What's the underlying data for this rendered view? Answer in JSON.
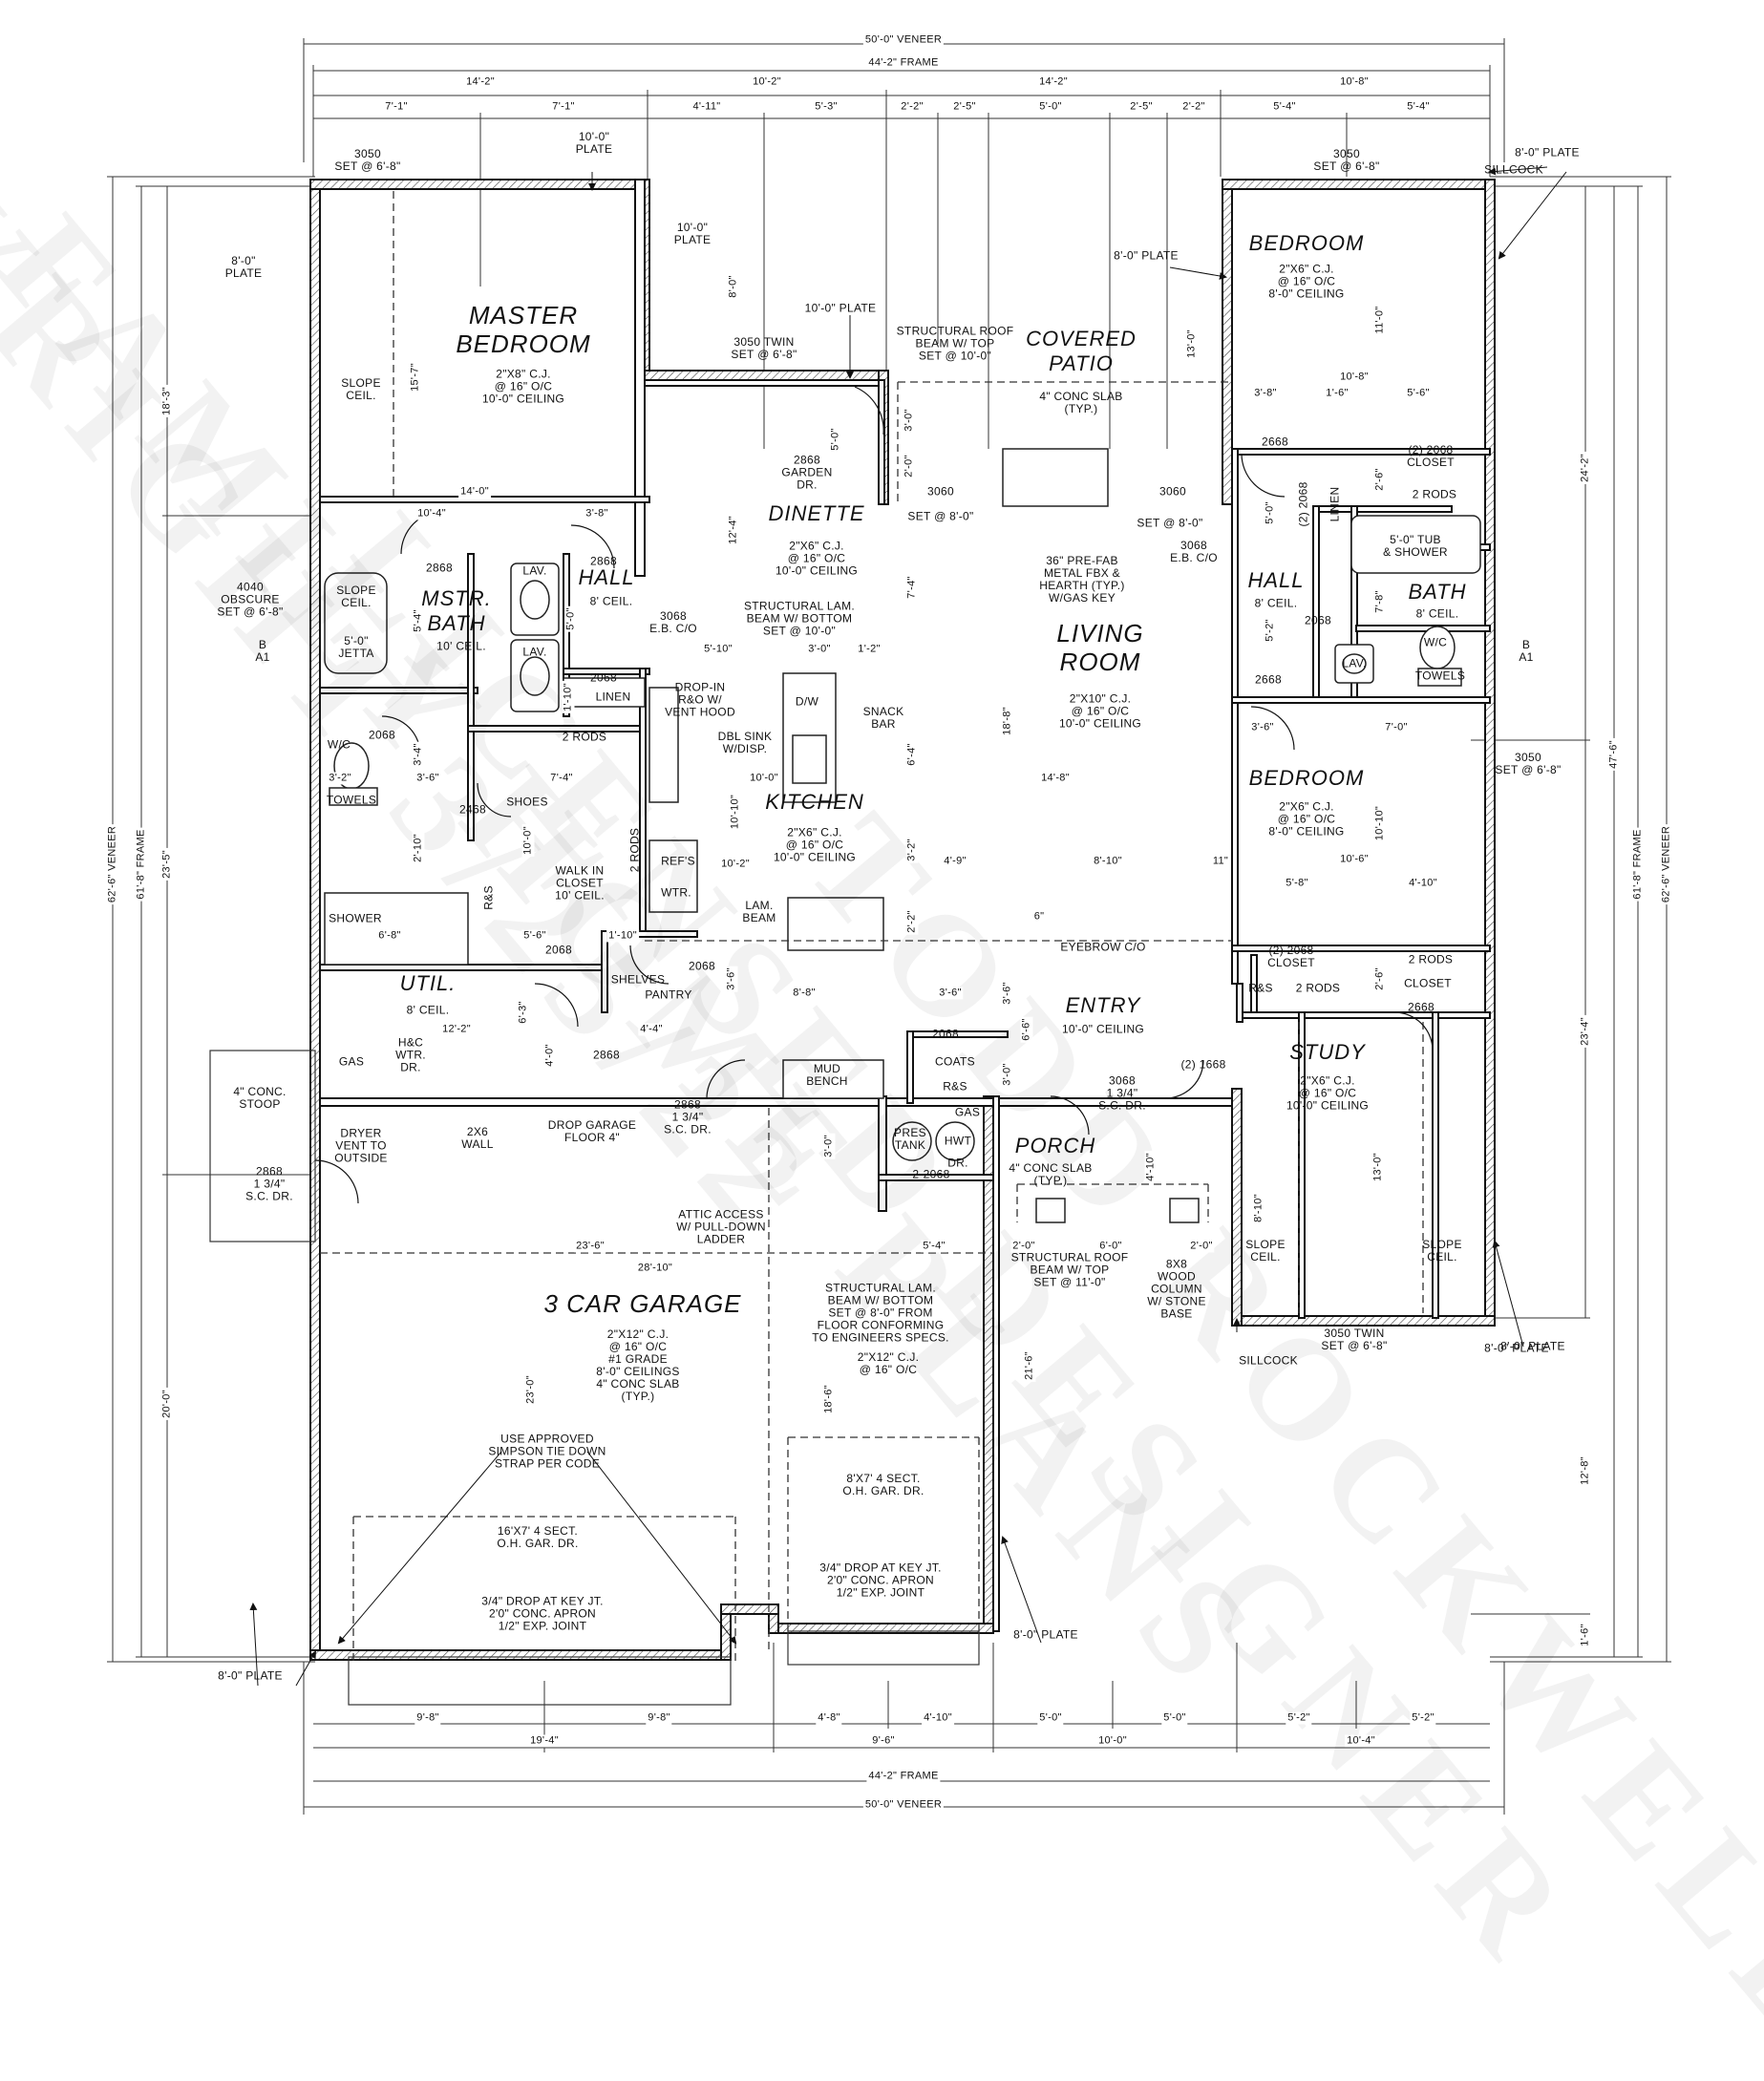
{
  "watermark": [
    "COPYRIGHT 3/25/22",
    "FAMILY HOME PLANS",
    "LICENSED DESIGNER",
    "TODD ROCKWELL"
  ],
  "rooms": {
    "master_bedroom": "MASTER\nBEDROOM",
    "master_bedroom_notes": "2\"X8\" C.J.\n@ 16\" O/C\n10'-0\" CEILING",
    "slope_ceil": "SLOPE\nCEIL.",
    "mstr_bath": "MSTR.\nBATH",
    "mstr_bath_ceil": "10' CEIL.",
    "slope_ceil_jetta": "SLOPE\nCEIL.",
    "jetta": "5'-0\"\nJETTA",
    "hall1": "HALL",
    "hall1_ceil": "8' CEIL.",
    "dinette": "DINETTE",
    "dinette_notes": "2\"X6\" C.J.\n@ 16\" O/C\n10'-0\" CEILING",
    "kitchen": "KITCHEN",
    "kitchen_notes": "2\"X6\" C.J.\n@ 16\" O/C\n10'-0\" CEILING",
    "covered_patio": "COVERED\nPATIO",
    "covered_patio_note": "4\" CONC SLAB\n(TYP.)",
    "living_room": "LIVING\nROOM",
    "living_notes": "2\"X10\" C.J.\n@ 16\" O/C\n10'-0\" CEILING",
    "bedroom1": "BEDROOM",
    "bedroom1_notes": "2\"X6\" C.J.\n@ 16\" O/C\n8'-0\" CEILING",
    "bedroom2": "BEDROOM",
    "bedroom2_notes": "2\"X6\" C.J.\n@ 16\" O/C\n8'-0\" CEILING",
    "hall2": "HALL",
    "hall2_ceil": "8' CEIL.",
    "bath": "BATH",
    "bath_ceil": "8' CEIL.",
    "util": "UTIL.",
    "util_ceil": "8' CEIL.",
    "walkin": "WALK IN\nCLOSET\n10' CEIL.",
    "entry": "ENTRY",
    "entry_ceil": "10'-0\" CEILING",
    "study": "STUDY",
    "study_notes": "2\"X6\" C.J.\n@ 16\" O/C\n10'-0\" CEILING",
    "porch": "PORCH",
    "porch_note": "4\" CONC SLAB\n(TYP.)",
    "garage": "3 CAR GARAGE",
    "garage_notes": "2\"X12\" C.J.\n@ 16\" O/C\n#1 GRADE\n8'-0\" CEILINGS\n4\" CONC SLAB\n(TYP.)",
    "garage_notes2": "2\"X12\" C.J.\n@ 16\" O/C"
  },
  "notes": {
    "w3050_top_left": "3050\nSET @ 6'-8\"",
    "plate10_top": "10'-0\"\nPLATE",
    "plate10_right": "10'-0\"\nPLATE",
    "plate8_left": "8'-0\"\nPLATE",
    "w3050_top_right": "3050\nSET @ 6'-8\"",
    "plate8_tr": "8'-0\" PLATE",
    "sillcock_tr": "SILLCOCK",
    "plate8_br_inner": "8'-0\" PLATE",
    "plate10_mid": "10'-0\" PLATE",
    "w3050_twin": "3050 TWIN\nSET @ 6'-8\"",
    "struct_roof_beam": "STRUCTURAL ROOF\nBEAM W/ TOP\nSET @ 10'-0\"",
    "garden_dr": "2868\nGARDEN\nDR.",
    "w3060_l": "3060",
    "w3060_l_set": "SET @ 8'-0\"",
    "w3060_r": "3060",
    "w3060_r_set": "SET @ 8'-0\"",
    "fireplace": "36\" PRE-FAB\nMETAL FBX &\nHEARTH (TYP.)\nW/GAS KEY",
    "dr3068_eb": "3068\nE.B. C/O",
    "dr3068_eb2": "3068\nE.B. C/O",
    "struct_lam_beam": "STRUCTURAL LAM.\nBEAM W/ BOTTOM\nSET @ 10'-0\"",
    "dropin": "DROP-IN\nR&O W/\nVENT HOOD",
    "dw": "D/W",
    "snack_bar": "SNACK\nBAR",
    "dbl_sink": "DBL SINK\nW/DISP.",
    "refs": "REF'S",
    "wtr": "WTR.",
    "lam_beam": "LAM.\nBEAM",
    "eyebrow": "EYEBROW C/O",
    "shelves": "SHELVES",
    "pantry": "PANTRY",
    "linen1": "LINEN",
    "linen2": "LINEN",
    "lav1": "LAV.",
    "lav2": "LAV.",
    "wc1": "W/C",
    "towels1": "TOWELS",
    "shower": "SHOWER",
    "two_rods1": "2 RODS",
    "two_rods_v": "2 RODS",
    "shoes": "SHOES",
    "rs1": "R&S",
    "w4040": "4040\nOBSCURE\nSET @ 6'-8\"",
    "sec_a1": "B\nA1",
    "sec_a1_r": "B\nA1",
    "d2868_a": "2868",
    "d2868_b": "2868",
    "d2068_a": "2068",
    "d2068_b": "2068",
    "d2068_c": "2068",
    "d2468": "2468",
    "d2068_util": "2068",
    "d2068_pantry": "2068",
    "d2868_util": "2868",
    "d2868_garage": "2868\n1 3/4\"\nS.C. DR.",
    "gas": "GAS",
    "hwtr": "H&C\nWTR.\nDR.",
    "stoop": "4\" CONC.\nSTOOP",
    "d2868_stoop": "2868\n1 3/4\"\nS.C. DR.",
    "dryer_vent": "DRYER\nVENT TO\nOUTSIDE",
    "wall2x6": "2X6\nWALL",
    "drop_garage": "DROP GARAGE\nFLOOR 4\"",
    "mud_bench": "MUD\nBENCH",
    "coats": "COATS",
    "rs2": "R&S",
    "pres_tank": "PRES\nTANK",
    "gas2": "GAS",
    "hwt": "HWT",
    "dr2": "DR.",
    "d2_2068": "2-2068",
    "attic": "ATTIC ACCESS\nW/ PULL-DOWN\nLADDER",
    "struct_lam_beam_g": "STRUCTURAL LAM.\nBEAM W/ BOTTOM\nSET @ 8'-0\" FROM\nFLOOR CONFORMING\nTO ENGINEERS SPECS.",
    "simpson": "USE APPROVED\nSIMPSON TIE DOWN\nSTRAP PER CODE",
    "gar_dr16": "16'X7' 4 SECT.\nO.H. GAR. DR.",
    "gar_dr8": "8'X7' 4 SECT.\nO.H. GAR. DR.",
    "drop_key1": "3/4\" DROP AT KEY JT.\n2'0\" CONC. APRON\n1/2\" EXP. JOINT",
    "drop_key2": "3/4\" DROP AT KEY JT.\n2'0\" CONC. APRON\n1/2\" EXP. JOINT",
    "plate8_bl": "8'-0\" PLATE",
    "plate8_bm": "8'-0\" PLATE",
    "plate8_br": "8'-0\" PLATE",
    "sillcock_br": "SILLCOCK",
    "w3050_twin_br": "3050 TWIN\nSET @ 6'-8\"",
    "struct_roof_beam2": "STRUCTURAL ROOF\nBEAM W/ TOP\nSET @ 11'-0\"",
    "column": "8X8\nWOOD\nCOLUMN\nW/ STONE\nBASE",
    "d3068_sc": "3068\n1 3/4\"\nS.C. DR.",
    "d1668": "(2) 1668",
    "closet1": "(2) 2068\nCLOSET",
    "two_rods_r1": "2 RODS",
    "closet2": "(2) 2068\nCLOSET",
    "two_rods_r2": "2 RODS",
    "two_rods_r3": "2 RODS",
    "closet3": "CLOSET",
    "rs3": "R&S",
    "d2668_a": "2668",
    "d2668_b": "2668",
    "d2068_r": "2068",
    "d2068_linen": "(2) 2068",
    "tub": "5'-0\" TUB\n& SHOWER",
    "lav3": "LAV.",
    "wc2": "W/C",
    "towels2": "TOWELS",
    "w3050_r": "3050\nSET @ 6'-8\"",
    "slope_ceil_study1": "SLOPE\nCEIL.",
    "slope_ceil_study2": "SLOPE\nCEIL.",
    "d2668_study": "2668",
    "plate8_r": "8'-0\" PLATE"
  },
  "dims": {
    "overall_veneer_top": "50'-0\" VENEER",
    "overall_frame_top": "44'-2\" FRAME",
    "top_row2": [
      "14'-2\"",
      "10'-2\"",
      "14'-2\"",
      "10'-8\""
    ],
    "top_row3": [
      "7'-1\"",
      "7'-1\"",
      "4'-11\"",
      "5'-3\"",
      "2'-2\"",
      "2'-5\"",
      "5'-0\"",
      "2'-5\"",
      "2'-2\"",
      "5'-4\"",
      "5'-4\""
    ],
    "overall_veneer_bot": "50'-0\" VENEER",
    "overall_frame_bot": "44'-2\" FRAME",
    "bot_row2": [
      "19'-4\"",
      "9'-6\"",
      "10'-0\"",
      "10'-4\""
    ],
    "bot_row3": [
      "9'-8\"",
      "9'-8\"",
      "4'-8\"",
      "4'-10\"",
      "5'-0\"",
      "5'-0\"",
      "5'-2\"",
      "5'-2\""
    ],
    "left_veneer": "62'-6\" VENEER",
    "left_frame": "61'-8\" FRAME",
    "left_segments": [
      "18'-3\"",
      "23'-5\"",
      "20'-0\""
    ],
    "right_veneer": "62'-6\" VENEER",
    "right_frame": "61'-8\" FRAME",
    "right_segments1": [
      "24'-2\"",
      "23'-4\"",
      "12'-8\"",
      "1'-6\""
    ],
    "right_segments2": "47'-6\"",
    "interior": {
      "mb_w": "14'-0\"",
      "mb_h": "15'-7\"",
      "mb_w2": "10'-4\"",
      "hall_w": "3'-8\"",
      "bath_h": "5'-4\"",
      "hall_h": "5'-0\"",
      "s8_0": "8'-0\"",
      "din_h": "12'-4\"",
      "din_w1": "5'-10\"",
      "din_w2": "3'-0\"",
      "din_w3": "1'-2\"",
      "k_w": "10'-0\"",
      "k_h": "10'-10\"",
      "k_w2": "10'-2\"",
      "k_v": "6'-4\"",
      "k_v2": "3'-2\"",
      "k_v3": "2'-2\"",
      "lr_w": "14'-8\"",
      "lr_h": "18'-8\"",
      "lr_v": "7'-4\"",
      "lr_w2": "4'-9\"",
      "lr_w3": "8'-10\"",
      "lr_11": "11\"",
      "patio_h": "13'-0\"",
      "patio_v1": "5'-0\"",
      "patio_v2": "3'-0\"",
      "patio_v3": "2'-0\"",
      "eyebrow_6": "6\"",
      "br1_w": "10'-8\"",
      "br1_h": "11'-0\"",
      "br1_s1": "3'-8\"",
      "br1_s2": "1'-6\"",
      "br1_s3": "5'-6\"",
      "hall2_h": "5'-2\"",
      "hall2_h2": "5'-0\"",
      "bath_v": "7'-8\"",
      "clo_v": "2'-6\"",
      "br2_w": "10'-6\"",
      "br2_h": "10'-10\"",
      "br2_s1": "3'-6\"",
      "br2_s2": "7'-0\"",
      "br2_s3": "5'-8\"",
      "br2_s4": "4'-10\"",
      "clo2_v": "2'-6\"",
      "wc_w": "3'-2\"",
      "wc_v": "3'-4\"",
      "wc_h": "3'-6\"",
      "wc_v2": "2'-10\"",
      "walk_w": "7'-4\"",
      "walk_h": "10'-0\"",
      "shower_w": "6'-8\"",
      "shower_s": "5'-6\"",
      "shower_s2": "1'-10\"",
      "linen_v": "1'-10\"",
      "util_w": "12'-2\"",
      "util_h": "6'-3\"",
      "util_s": "4'-4\"",
      "util_v": "4'-0\"",
      "pantry_v": "3'-6\"",
      "e_w": "8'-8\"",
      "e_w2": "3'-6\"",
      "e_v": "3'-6\"",
      "e_v2": "6'-6\"",
      "coats_v": "3'-0\"",
      "g_w": "23'-6\"",
      "g_w2": "28'-10\"",
      "g_w3": "5'-4\"",
      "g_h": "23'-0\"",
      "g_h2": "18'-6\"",
      "g_v3": "3'-0\"",
      "porch_w": "6'-0\"",
      "porch_s1": "2'-0\"",
      "porch_s2": "2'-0\"",
      "porch_v": "4'-10\"",
      "porch_v2": "21'-6\"",
      "study_h": "13'-0\"",
      "study_v2": "8'-10\""
    }
  }
}
